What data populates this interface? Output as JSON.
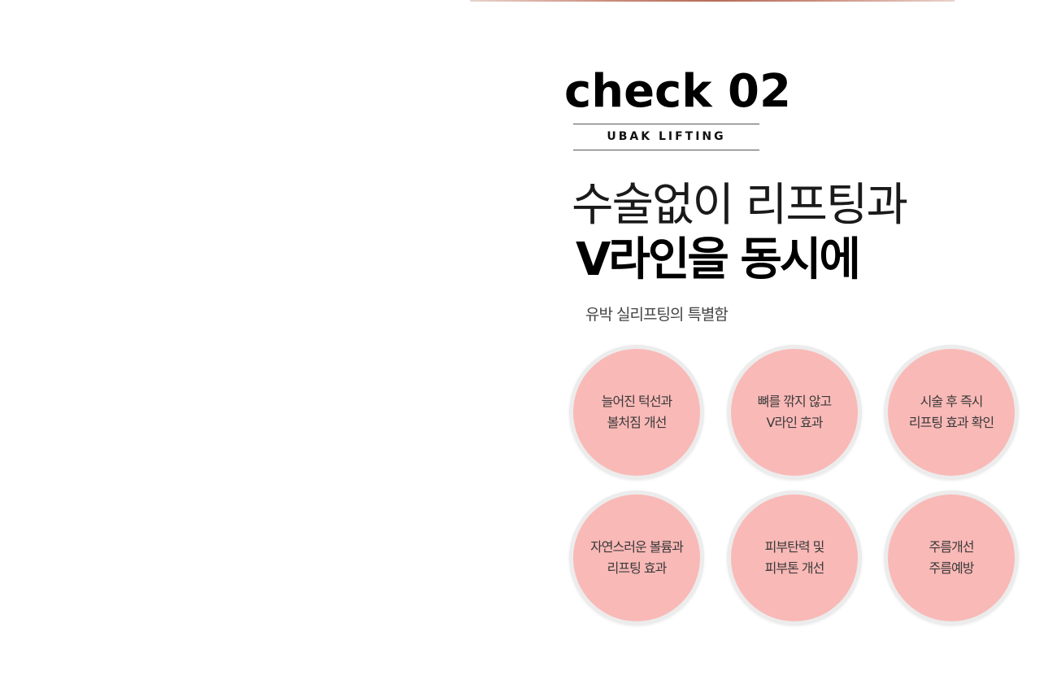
{
  "check": {
    "title": "check 02",
    "subtitle": "UBAK LIFTING"
  },
  "headline": {
    "line1": "수술없이 리프팅과",
    "line2": "V라인을 동시에"
  },
  "description": "유박 실리프팅의 특별함",
  "features": [
    {
      "line1": "늘어진 턱선과",
      "line2": "볼처짐 개선"
    },
    {
      "line1": "뼈를 깎지 않고",
      "line2": "V라인 효과"
    },
    {
      "line1": "시술 후 즉시",
      "line2": "리프팅 효과 확인"
    },
    {
      "line1": "자연스러운 볼륨과",
      "line2": "리프팅 효과"
    },
    {
      "line1": "피부탄력 및",
      "line2": "피부톤 개선"
    },
    {
      "line1": "주름개선",
      "line2": "주름예방"
    }
  ],
  "colors": {
    "circle_fill": "#f9b9b7",
    "circle_ring": "#ececec",
    "top_line": "#b86c5a"
  }
}
